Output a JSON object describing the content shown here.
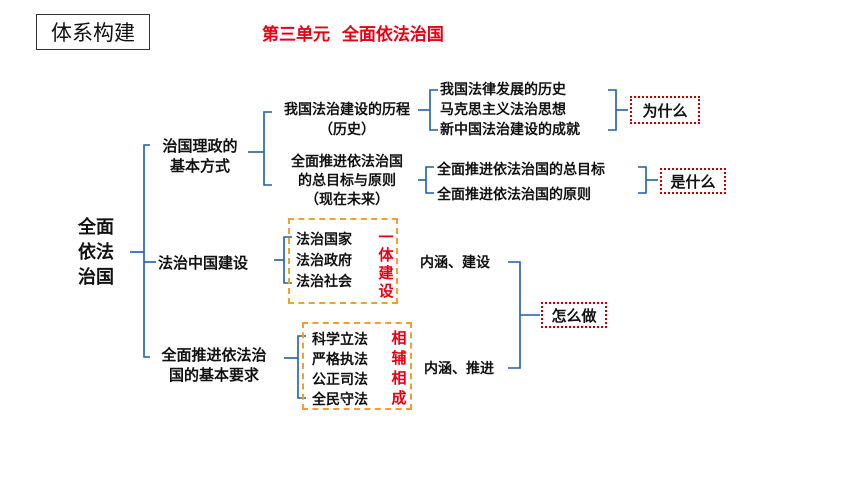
{
  "header": {
    "section_label": "体系构建",
    "unit_title": "第三单元  全面依法治国"
  },
  "root": {
    "label": "全面依法治国"
  },
  "branches": {
    "b1": {
      "label_line1": "治国理政的",
      "label_line2": "基本方式",
      "sub1": {
        "line1": "我国法治建设的历程",
        "line2": "（历史）",
        "items": [
          "我国法律发展的历史",
          "马克思主义法治思想",
          "新中国法治建设的成就"
        ],
        "tag": "为什么"
      },
      "sub2": {
        "line1": "全面推进依法治国",
        "line2": "的总目标与原则",
        "line3": "（现在未来）",
        "items": [
          "全面推进依法治国的总目标",
          "全面推进依法治国的原则"
        ],
        "tag": "是什么"
      }
    },
    "b2": {
      "label": "法治中国建设",
      "items": [
        "法治国家",
        "法治政府",
        "法治社会"
      ],
      "vertical_tag": "一体建设",
      "note": "内涵、建设"
    },
    "b3": {
      "label_line1": "全面推进依法治",
      "label_line2": "国的基本要求",
      "items": [
        "科学立法",
        "严格执法",
        "公正司法",
        "全民守法"
      ],
      "vertical_tag": "相辅相成",
      "note": "内涵、推进"
    },
    "shared_tag": "怎么做"
  },
  "colors": {
    "line": "#1f5fa8",
    "accent": "#e60012",
    "dash": "#f0a030",
    "dot": "#c00000"
  }
}
